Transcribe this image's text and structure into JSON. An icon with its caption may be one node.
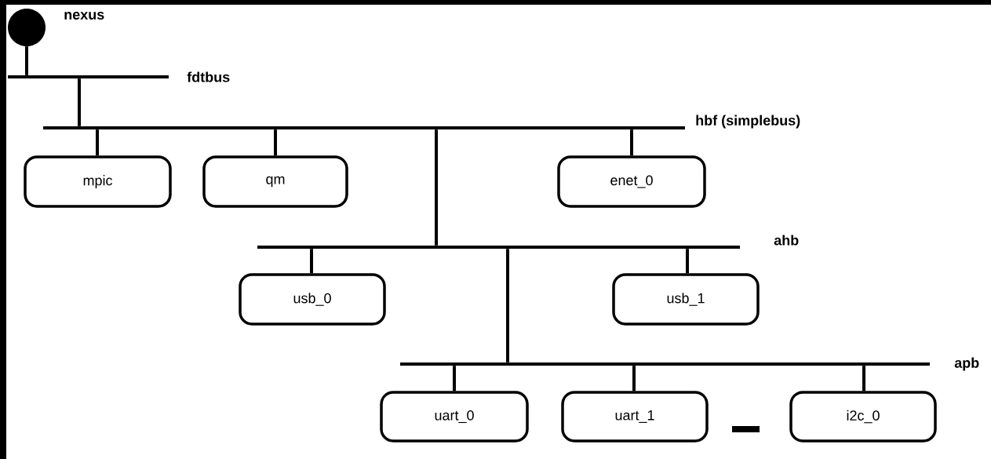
{
  "diagram": {
    "nodes": [
      {
        "text": [
          "nexus"
        ]
      },
      {
        "text": [
          "fdtbus"
        ]
      },
      {
        "text": [
          "hbf (simplebus)"
        ]
      },
      {
        "text": [
          "mpic"
        ]
      },
      {
        "text": [
          "qm"
        ]
      },
      {
        "text": [
          "enet_0"
        ]
      },
      {
        "text": [
          "ahb"
        ]
      },
      {
        "text": [
          "usb_0"
        ]
      },
      {
        "text": [
          "usb_1"
        ]
      },
      {
        "text": [
          "apb"
        ]
      },
      {
        "text": [
          "uart_0"
        ]
      },
      {
        "text": [
          "uart_1"
        ]
      },
      {
        "text": [
          "i2c_0"
        ]
      }
    ],
    "edges": [
      {
        "from": 0,
        "to": 1,
        "arrow": "none"
      },
      {
        "from": 1,
        "to": 2,
        "arrow": "none"
      },
      {
        "from": 2,
        "to": 3,
        "arrow": "none"
      },
      {
        "from": 2,
        "to": 4,
        "arrow": "none"
      },
      {
        "from": 2,
        "to": 6,
        "arrow": "none"
      },
      {
        "from": 2,
        "to": 5,
        "arrow": "none"
      },
      {
        "from": 6,
        "to": 7,
        "arrow": "none"
      },
      {
        "from": 6,
        "to": 9,
        "arrow": "none"
      },
      {
        "from": 6,
        "to": 8,
        "arrow": "none"
      },
      {
        "from": 9,
        "to": 10,
        "arrow": "none"
      },
      {
        "from": 9,
        "to": 11,
        "arrow": "none"
      },
      {
        "from": 9,
        "to": 12,
        "arrow": "none"
      }
    ]
  }
}
